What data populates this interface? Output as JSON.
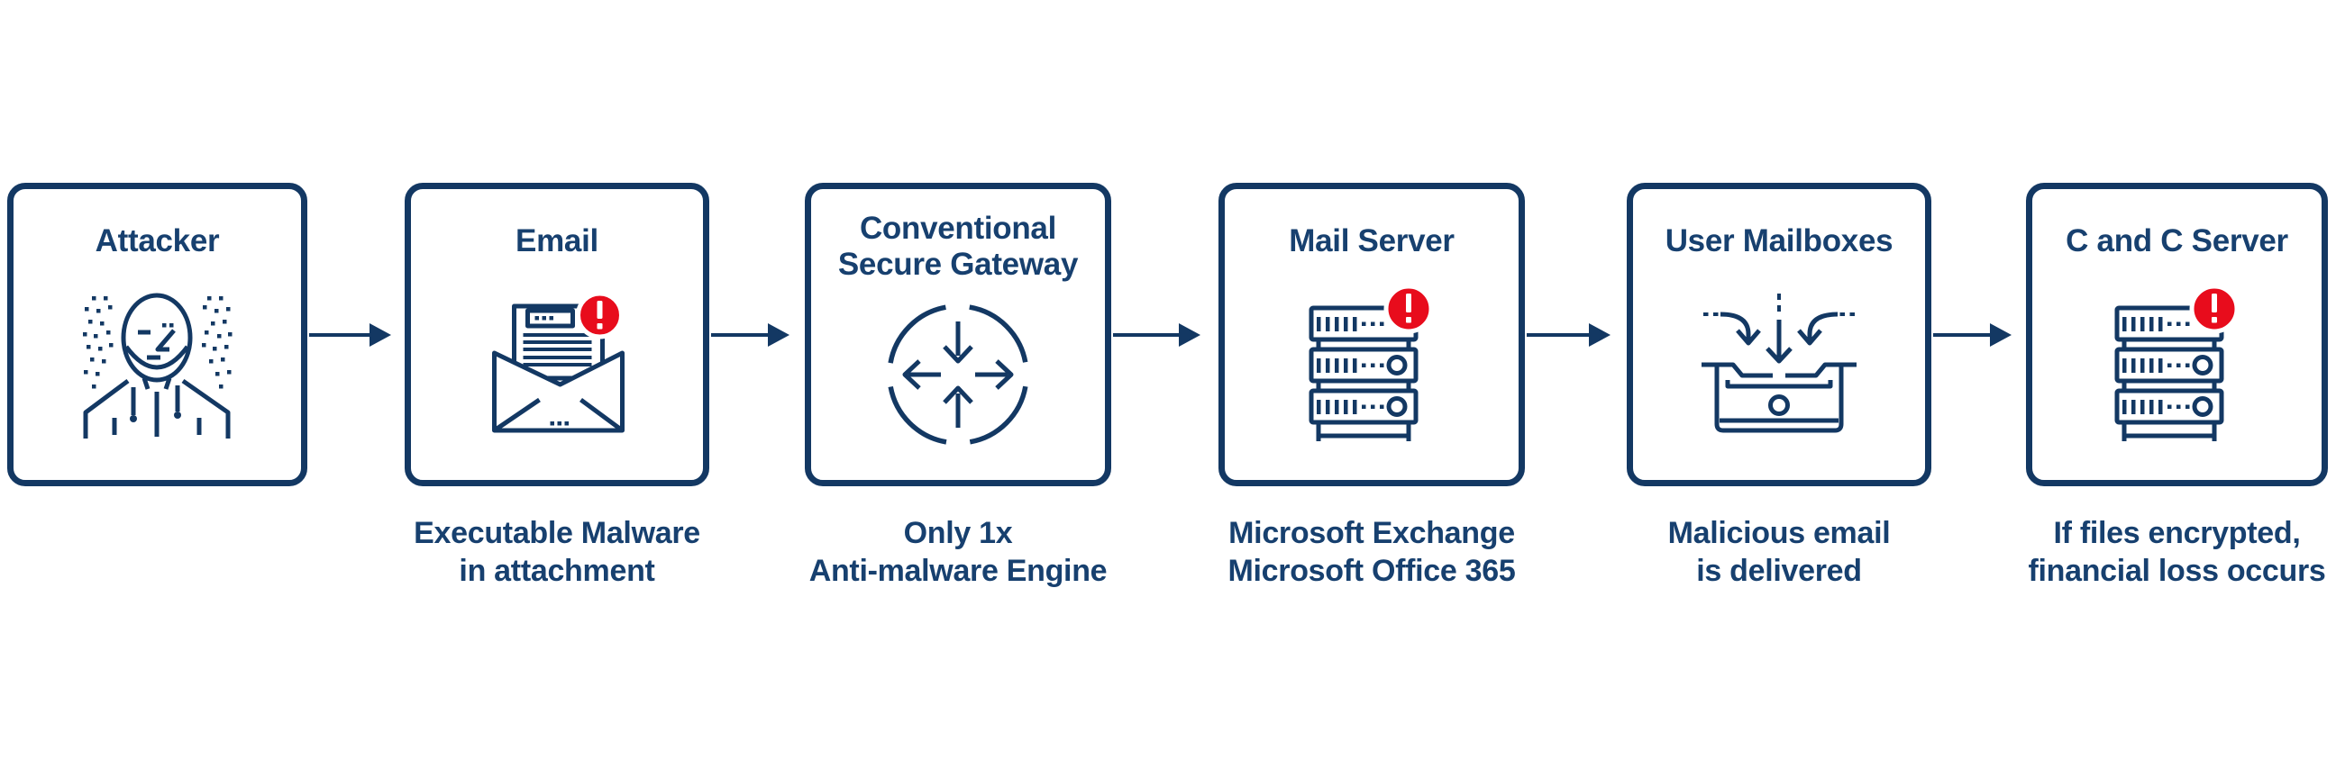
{
  "diagram": {
    "description": "Email malware attack flow through a conventional secure gateway",
    "background": "#ffffff",
    "colors": {
      "line_navy": "#133863",
      "text_navy": "#17406f",
      "alert_red": "#e80c1c",
      "alert_glyph": "#ffffff"
    },
    "connector_count": 5,
    "connector_direction": "right",
    "nodes": [
      {
        "id": "attacker",
        "title_lines": [
          "Attacker",
          ""
        ],
        "caption_lines": [
          "",
          ""
        ],
        "icon": "hacker-person-icon",
        "has_alert_badge": false
      },
      {
        "id": "email",
        "title_lines": [
          "Email",
          ""
        ],
        "caption_lines": [
          "Executable Malware",
          "in attachment"
        ],
        "icon": "email-letter-icon",
        "has_alert_badge": true
      },
      {
        "id": "secure-gateway",
        "title_lines": [
          "Conventional",
          "Secure Gateway"
        ],
        "caption_lines": [
          "Only 1x",
          "Anti-malware Engine"
        ],
        "icon": "gateway-arrows-icon",
        "has_alert_badge": false
      },
      {
        "id": "mail-server",
        "title_lines": [
          "Mail Server",
          ""
        ],
        "caption_lines": [
          "Microsoft Exchange",
          "Microsoft Office 365"
        ],
        "icon": "server-rack-icon",
        "has_alert_badge": true
      },
      {
        "id": "user-mailboxes",
        "title_lines": [
          "User Mailboxes",
          ""
        ],
        "caption_lines": [
          "Malicious email",
          "is delivered"
        ],
        "icon": "inbox-tray-icon",
        "has_alert_badge": false
      },
      {
        "id": "cc-server",
        "title_lines": [
          "C and C Server",
          ""
        ],
        "caption_lines": [
          "If files encrypted,",
          "financial loss occurs"
        ],
        "icon": "server-rack-icon",
        "has_alert_badge": true
      }
    ]
  }
}
